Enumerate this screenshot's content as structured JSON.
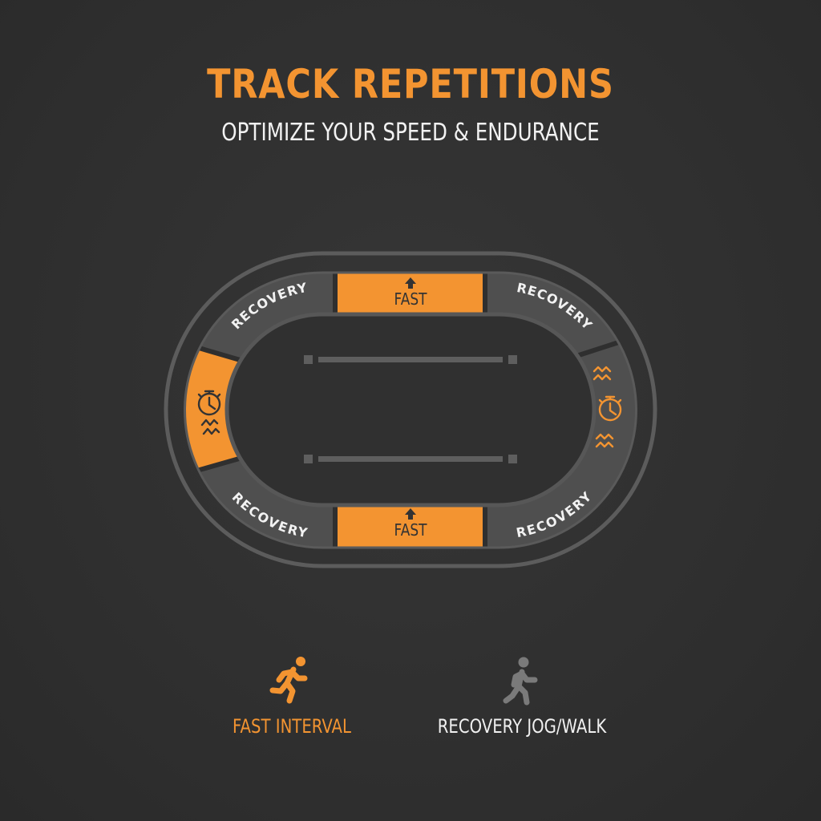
{
  "header": {
    "title": "TRACK REPETITIONS",
    "subtitle": "OPTIMIZE YOUR SPEED & ENDURANCE"
  },
  "track": {
    "segments": [
      {
        "id": "top-left",
        "type": "recovery",
        "label": "RECOVERY"
      },
      {
        "id": "top-straight",
        "type": "fast",
        "label": "FAST",
        "icon": "arrow-up-icon"
      },
      {
        "id": "top-right",
        "type": "recovery",
        "label": "RECOVERY"
      },
      {
        "id": "right-curve",
        "type": "recovery",
        "icons": [
          "wave-icon",
          "stopwatch-icon",
          "wave-icon"
        ]
      },
      {
        "id": "bottom-right",
        "type": "recovery",
        "label": "RECOVERY"
      },
      {
        "id": "bottom-straight",
        "type": "fast",
        "label": "FAST",
        "icon": "arrow-up-icon"
      },
      {
        "id": "bottom-left",
        "type": "recovery",
        "label": "RECOVERY"
      },
      {
        "id": "left-curve",
        "type": "fast",
        "icons": [
          "stopwatch-icon",
          "wave-icon"
        ]
      }
    ]
  },
  "legend": [
    {
      "label": "FAST INTERVAL",
      "icon": "runner-icon",
      "color": "#f39431"
    },
    {
      "label": "RECOVERY JOG/WALK",
      "icon": "walker-icon",
      "color": "#7a7a7a"
    }
  ],
  "colors": {
    "background": "#2e2e2e",
    "accent": "#f39431",
    "track_band": "#4f4f4f",
    "ring": "#5c5c5c",
    "text_light": "#f2f2f2",
    "text_dark": "#333333"
  }
}
